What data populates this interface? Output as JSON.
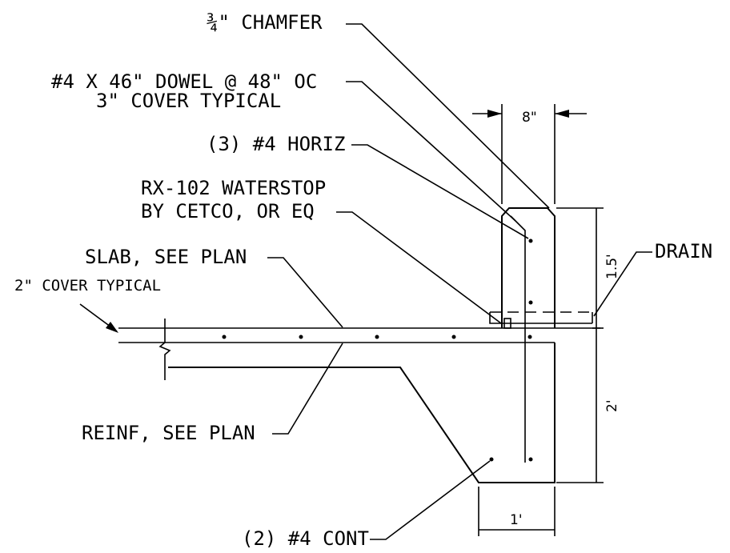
{
  "labels": {
    "chamfer": "¾\" CHAMFER",
    "dowel_line1": "#4 X 46\" DOWEL @ 48\" OC",
    "dowel_line2": "3\" COVER TYPICAL",
    "horiz": "(3) #4 HORIZ",
    "waterstop_line1": "RX-102 WATERSTOP",
    "waterstop_line2": "BY CETCO, OR EQ",
    "slab": "SLAB, SEE PLAN",
    "cover": "2\" COVER TYPICAL",
    "drain": "DRAIN",
    "reinf": "REINF, SEE PLAN",
    "cont": "(2) #4 CONT"
  },
  "dimensions": {
    "top_width": "8\"",
    "upper_height": "1.5'",
    "lower_height": "2'",
    "bottom_width": "1'"
  }
}
